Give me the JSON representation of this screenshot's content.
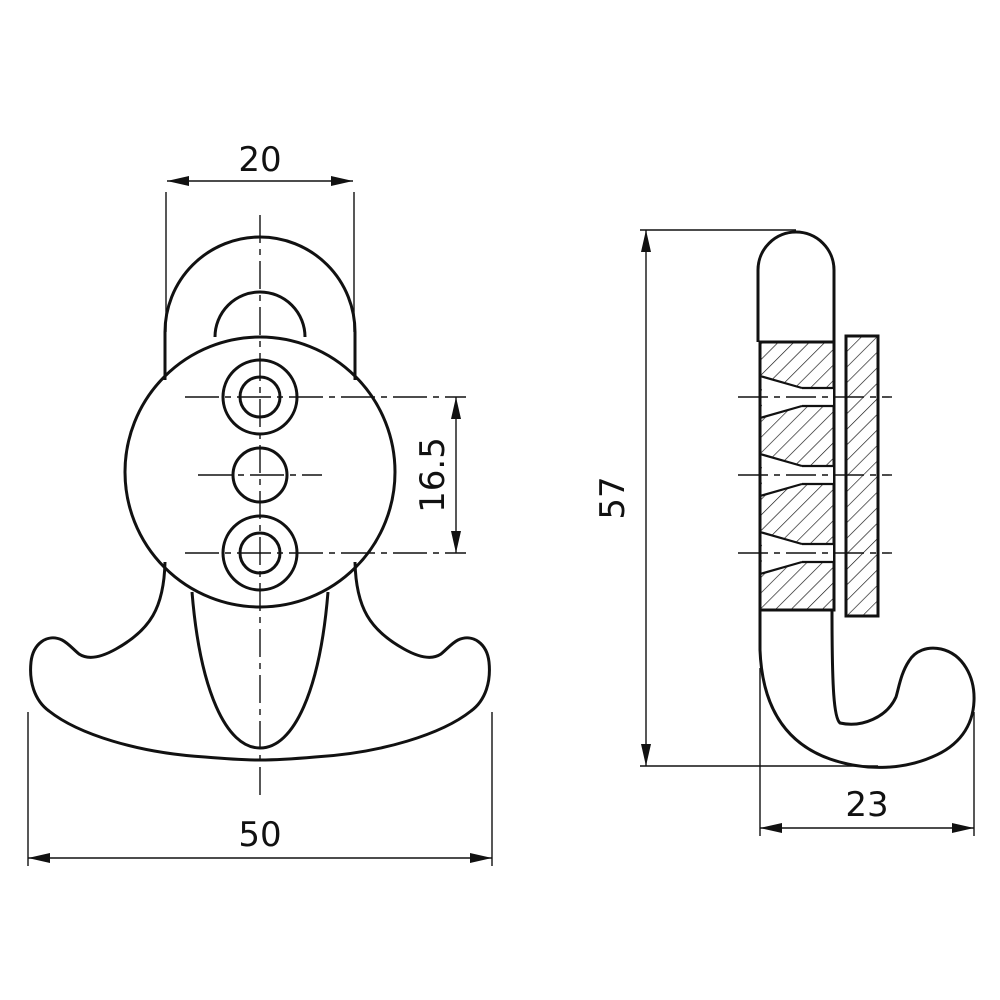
{
  "dims": {
    "front_top_width": "20",
    "front_hole_spacing": "16.5",
    "front_bottom_width": "50",
    "side_height": "57",
    "side_depth": "23"
  },
  "style": {
    "line_color": "#111111",
    "background": "#ffffff"
  }
}
